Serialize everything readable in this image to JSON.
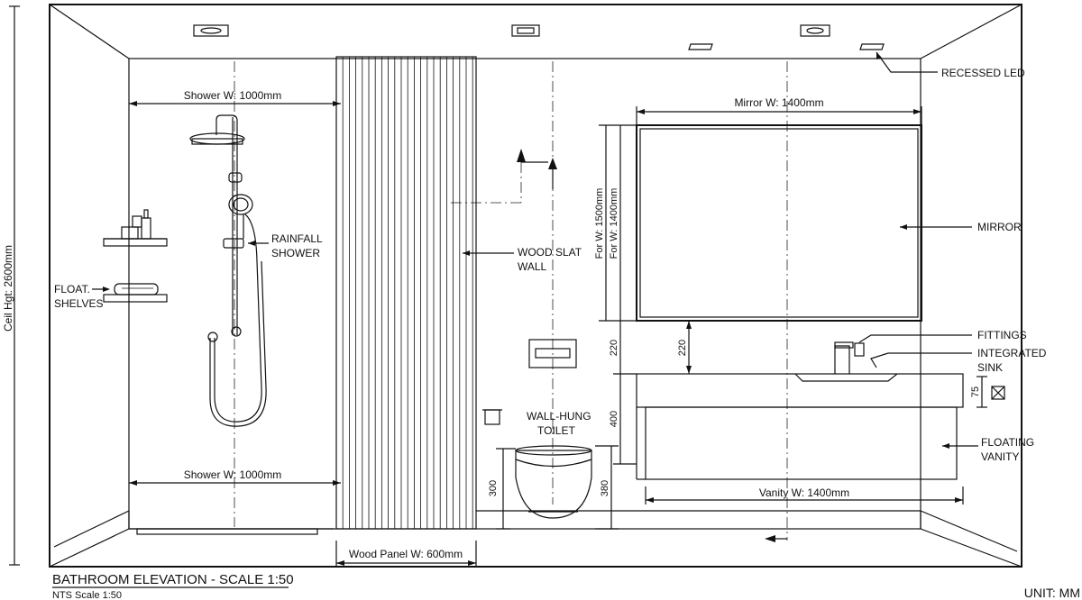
{
  "title": "BATHROOM ELEVATION - SCALE 1:50",
  "subtitle": "NTS Scale 1:50",
  "unit": "UNIT: MM",
  "dimensions": {
    "ceil_hgt": "Ceil Hgt: 2600mm",
    "shower_w_top": "Shower W: 1000mm",
    "shower_w_bottom": "Shower W: 1000mm",
    "mirror_w": "Mirror W: 1400mm",
    "mirror_h_a": "For W: 1500mm",
    "mirror_h_b": "For W: 1400mm",
    "mirror_gap_left": "220",
    "mirror_gap_right": "220",
    "vanity_h": "400",
    "toilet_h_left": "300",
    "toilet_h_right": "380",
    "sink_h": "75",
    "vanity_w": "Vanity W: 1400mm",
    "wood_panel_w": "Wood Panel W: 600mm"
  },
  "labels": {
    "recessed_led": "RECESSED LED",
    "rainfall_shower": [
      "RAINFALL",
      "SHOWER"
    ],
    "float_shelves": [
      "FLOAT.",
      "SHELVES"
    ],
    "wood_slat_wall": [
      "WOOD SLAT",
      "WALL"
    ],
    "mirror": "MIRROR",
    "fittings": "FITTINGS",
    "integrated_sink": [
      "INTEGRATED",
      "SINK"
    ],
    "wall_hung_toilet": [
      "WALL-HUNG",
      "TOILET"
    ],
    "floating_vanity": [
      "FLOATING",
      "VANITY"
    ]
  },
  "icons": {
    "led": "recessed-led-icon",
    "shower": "rainfall-shower-icon",
    "toilet": "wall-hung-toilet-icon",
    "vanity": "floating-vanity-icon"
  }
}
